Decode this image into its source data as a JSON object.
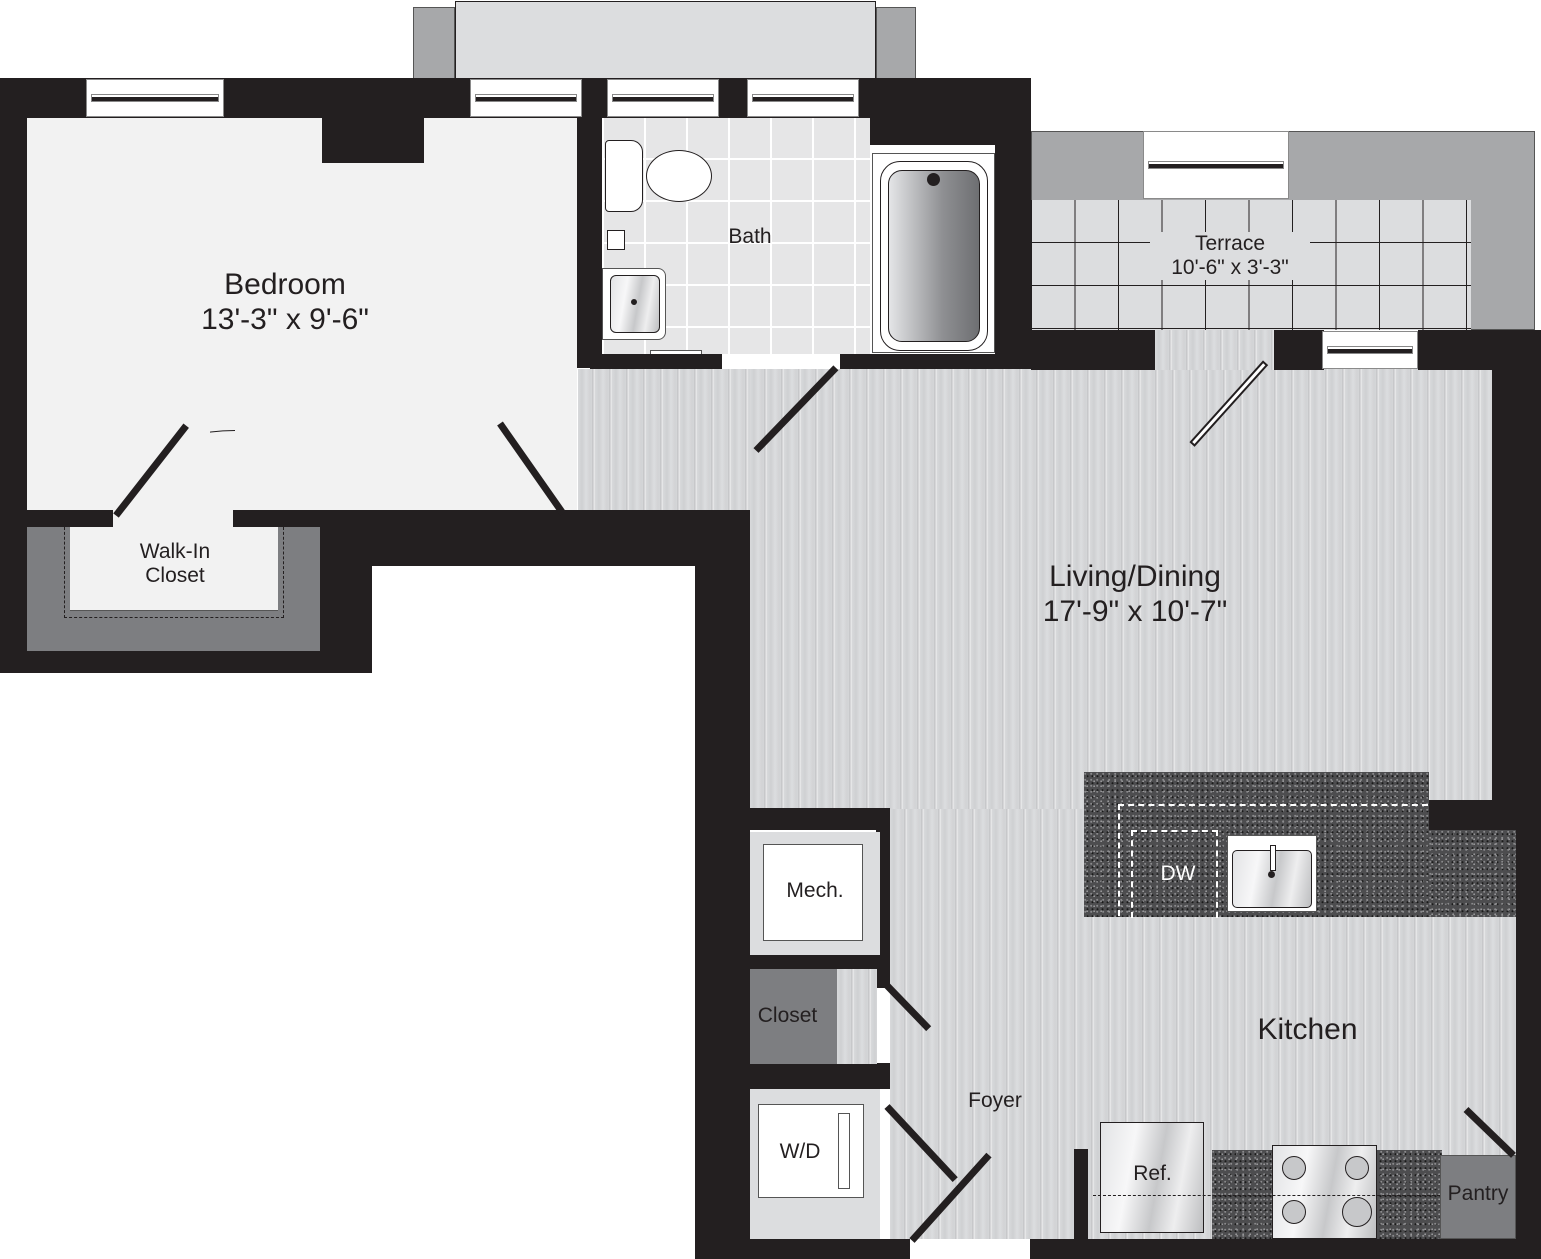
{
  "floorplan": {
    "rooms": {
      "bedroom": {
        "name": "Bedroom",
        "dimensions": "13'-3\" x 9'-6\""
      },
      "walk_in_closet": {
        "line1": "Walk-In",
        "line2": "Closet"
      },
      "bath": {
        "name": "Bath"
      },
      "terrace": {
        "name": "Terrace",
        "dimensions": "10'-6\" x 3'-3\""
      },
      "living_dining": {
        "name": "Living/Dining",
        "dimensions": "17'-9\" x 10'-7\""
      },
      "kitchen": {
        "name": "Kitchen"
      },
      "foyer": {
        "name": "Foyer"
      },
      "mech": {
        "name": "Mech."
      },
      "closet": {
        "name": "Closet"
      },
      "wd": {
        "name": "W/D"
      },
      "pantry": {
        "name": "Pantry"
      }
    },
    "appliances": {
      "dishwasher": "DW",
      "refrigerator": "Ref."
    },
    "colors": {
      "wall": "#231f20",
      "bedroom_floor": "#f2f2f2",
      "wood_floor": "#d6d7d9",
      "bath_tile": "#e6e6e7",
      "terrace": "#dcdddf",
      "terrace_border": "#a7a8aa",
      "granite": "#4d4d4f",
      "closet_shelf": "#7d7e81"
    }
  }
}
